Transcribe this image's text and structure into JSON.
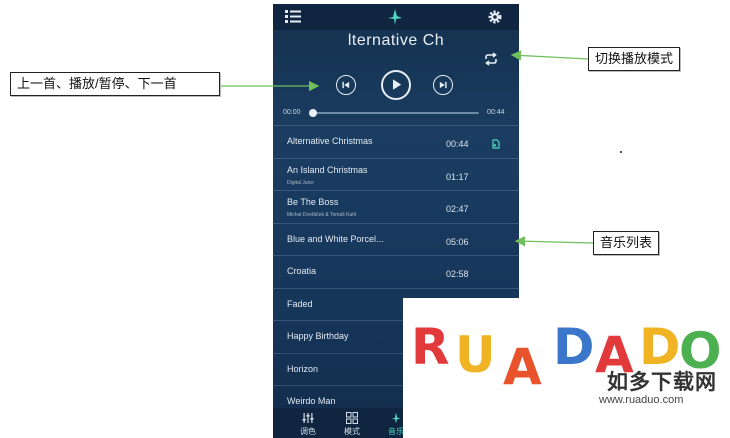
{
  "player": {
    "song_title": "lternative Ch",
    "current_time": "00:00",
    "total_time": "00:44",
    "progress": 0.0
  },
  "playlist": [
    {
      "name": "Alternative Christmas",
      "sub": "",
      "duration": "00:44",
      "icon": "download-icon"
    },
    {
      "name": "An Island Christmas",
      "sub": "Digital Juice",
      "duration": "01:17"
    },
    {
      "name": "Be The Boss",
      "sub": "Michal Dvořáček & Tomáš Kahl",
      "duration": "02:47"
    },
    {
      "name": "Blue and White Porcel...",
      "sub": "",
      "duration": "05:06"
    },
    {
      "name": "Croatia",
      "sub": "",
      "duration": "02:58"
    },
    {
      "name": "Faded",
      "sub": "",
      "duration": ""
    },
    {
      "name": "Happy Birthday",
      "sub": "",
      "duration": ""
    },
    {
      "name": "Horizon",
      "sub": "",
      "duration": ""
    },
    {
      "name": "Weirdo Man",
      "sub": "",
      "duration": ""
    }
  ],
  "tabs": [
    {
      "label": "调色",
      "icon": "equalizer-icon"
    },
    {
      "label": "模式",
      "icon": "grid-icon"
    },
    {
      "label": "音乐",
      "icon": "music-icon"
    }
  ],
  "annotations": {
    "controls": "上一首、播放/暂停、下一首",
    "mode": "切换播放模式",
    "list": "音乐列表"
  },
  "watermark": {
    "letters": "RUADADO",
    "cn": "如多下载网",
    "url": "www.ruaduo.com"
  },
  "colors": {
    "accent": "#4fd6c0",
    "phone_bg": "#1a3d61",
    "bar_bg": "#0f2540",
    "arrow": "#6fbf5a"
  }
}
